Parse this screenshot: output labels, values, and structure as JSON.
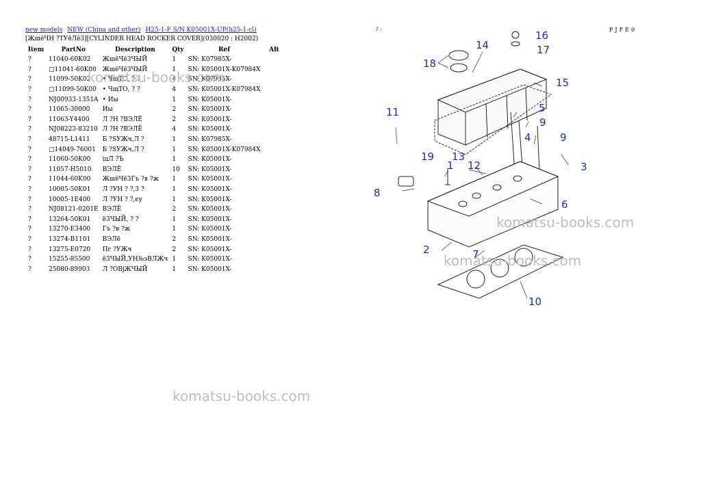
{
  "breadcrumb": {
    "links": [
      "new models",
      "NEW (China and other)",
      "H25-1-F S/N K05001X-UP(h25-1-cl)"
    ]
  },
  "page_subtitle": "[ЖшёЧН ?ТУёЛё3][CYLINDER HEAD ROCKER COVER](030020 : H2002)",
  "table": {
    "headers": [
      "Item",
      "PartNo",
      "Description",
      "Qty",
      "Ref",
      "Alt"
    ],
    "rows": [
      {
        "item": "?",
        "part": "11040-60K02",
        "desc": "ЖшёЧё3ЧЫЙ",
        "qty": "1",
        "ref": "SN: K07985X-",
        "alt": ""
      },
      {
        "item": "?",
        "part": "□11041-60K00",
        "desc": "ЖшёЧё3ЧЫЙ",
        "qty": "1",
        "ref": "SN: K05001X-K07984X",
        "alt": ""
      },
      {
        "item": "?",
        "part": "11099-50K02",
        "desc": "• ЧщТО, ? ?",
        "qty": "4",
        "ref": "SN: K07985X-",
        "alt": ""
      },
      {
        "item": "?",
        "part": "□11099-50K00",
        "desc": "• ЧщТО, ? ?",
        "qty": "4",
        "ref": "SN: K05001X-K07984X",
        "alt": ""
      },
      {
        "item": "?",
        "part": "NJ00933-1351A",
        "desc": "• Иы",
        "qty": "1",
        "ref": "SN: K05001X-",
        "alt": ""
      },
      {
        "item": "?",
        "part": "11065-30000",
        "desc": "Иы",
        "qty": "2",
        "ref": "SN: K05001X-",
        "alt": ""
      },
      {
        "item": "?",
        "part": "11063-Y4400",
        "desc": "Л ?Н ?ВЭЛЁ",
        "qty": "2",
        "ref": "SN: K05001X-",
        "alt": ""
      },
      {
        "item": "?",
        "part": "NJ08223-83210",
        "desc": "Л ?Н ?ВЭЛЁ",
        "qty": "4",
        "ref": "SN: K05001X-",
        "alt": ""
      },
      {
        "item": "?",
        "part": "48715-L1411",
        "desc": "Б ?SУЖч,Л ?",
        "qty": "1",
        "ref": "SN: K07985X-",
        "alt": ""
      },
      {
        "item": "?",
        "part": "□14049-76001",
        "desc": "Б ?SУЖч,Л ?",
        "qty": "1",
        "ref": "SN: K05001X-K07984X",
        "alt": ""
      },
      {
        "item": "?",
        "part": "11060-50K00",
        "desc": "іцЛ ?Ъ",
        "qty": "1",
        "ref": "SN: K05001X-",
        "alt": ""
      },
      {
        "item": "?",
        "part": "11057-H5010",
        "desc": "ВЭЛЁ",
        "qty": "10",
        "ref": "SN: K05001X-",
        "alt": ""
      },
      {
        "item": "?",
        "part": "11044-60K00",
        "desc": "ЖшёЧё3Гъ ?в ?ж",
        "qty": "1",
        "ref": "SN: K05001X-",
        "alt": ""
      },
      {
        "item": "?",
        "part": "10005-50K01",
        "desc": "Л ?УН ? ?,3 ?",
        "qty": "1",
        "ref": "SN: K05001X-",
        "alt": ""
      },
      {
        "item": "?",
        "part": "10005-1E400",
        "desc": "Л ?УН ? ?,єу",
        "qty": "1",
        "ref": "SN: K05001X-",
        "alt": ""
      },
      {
        "item": "?",
        "part": "NJ08121-0201E",
        "desc": "ВЭЛЁ",
        "qty": "2",
        "ref": "SN: K05001X-",
        "alt": ""
      },
      {
        "item": "?",
        "part": "13264-50K01",
        "desc": "ё3ЧЫЙ, ? ?",
        "qty": "1",
        "ref": "SN: K05001X-",
        "alt": ""
      },
      {
        "item": "?",
        "part": "13270-E3400",
        "desc": "Гъ ?в ?ж",
        "qty": "1",
        "ref": "SN: K05001X-",
        "alt": ""
      },
      {
        "item": "?",
        "part": "13274-B1101",
        "desc": "ВЭЛё",
        "qty": "2",
        "ref": "SN: K05001X-",
        "alt": ""
      },
      {
        "item": "?",
        "part": "13275-E0720",
        "desc": "Пг ?УЖч",
        "qty": "2",
        "ref": "SN: K05001X-",
        "alt": ""
      },
      {
        "item": "?",
        "part": "15255-85500",
        "desc": "ё3ЧЫЙ,УН№эВЛЖч",
        "qty": "1",
        "ref": "SN: K05001X-",
        "alt": ""
      },
      {
        "item": "?",
        "part": "25080-89903",
        "desc": "Л ?ОВjЖЧЫЙ",
        "qty": "1",
        "ref": "SN: K05001X-",
        "alt": ""
      }
    ]
  },
  "diagram": {
    "header_mark": "? :",
    "code": "PJFE0",
    "callouts": [
      "16",
      "14",
      "17",
      "18",
      "15",
      "5",
      "11",
      "9",
      "9",
      "4",
      "19",
      "13",
      "1",
      "12",
      "3",
      "8",
      "6",
      "2",
      "7",
      "10"
    ]
  },
  "watermarks": [
    "komatsu-books.com",
    "komatsu-books.com",
    "komatsu-books.com",
    "komatsu-books.com"
  ],
  "colors": {
    "link": "#1a1aee",
    "callout": "#1c2bb8",
    "watermark": "#bdbdbd"
  }
}
